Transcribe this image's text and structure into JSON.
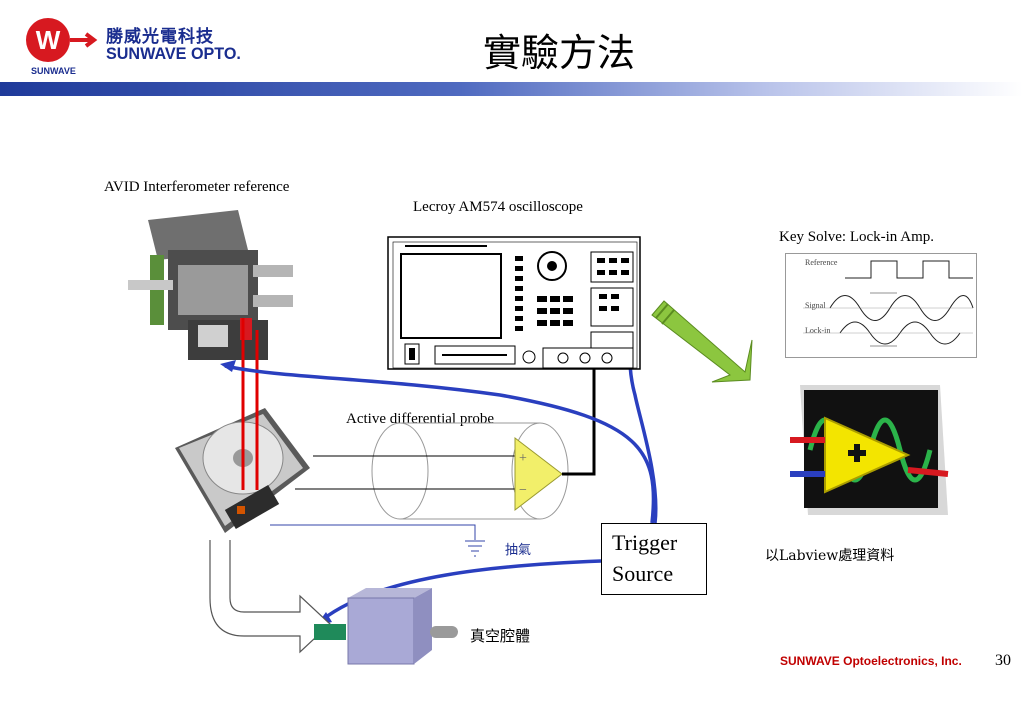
{
  "brand": {
    "name_cn": "勝威光電科技",
    "name_en": "SUNWAVE OPTO.",
    "logo_text": "SUNWAVE",
    "logo_letter": "W"
  },
  "title": "實驗方法",
  "labels": {
    "avid": "AVID Interferometer reference",
    "oscilloscope": "Lecroy AM574 oscilloscope",
    "keysolve": "Key Solve: Lock-in Amp.",
    "probe": "Active differential probe",
    "pump": "抽氣",
    "labview": "以Labview處理資料",
    "chamber": "真空腔體"
  },
  "trigger": {
    "line1": "Trigger",
    "line2": "Source"
  },
  "lockin": {
    "reference": "Reference",
    "signal": "Signal",
    "lockin": "Lock-in"
  },
  "footer": {
    "company": "SUNWAVE Optoelectronics, Inc.",
    "page": "30"
  },
  "colors": {
    "brand_blue": "#1a2d8f",
    "logo_red": "#d71920",
    "arrow_green": "#8cc63f",
    "wire_blue": "#2a3fbf",
    "footer_red": "#c00000"
  }
}
